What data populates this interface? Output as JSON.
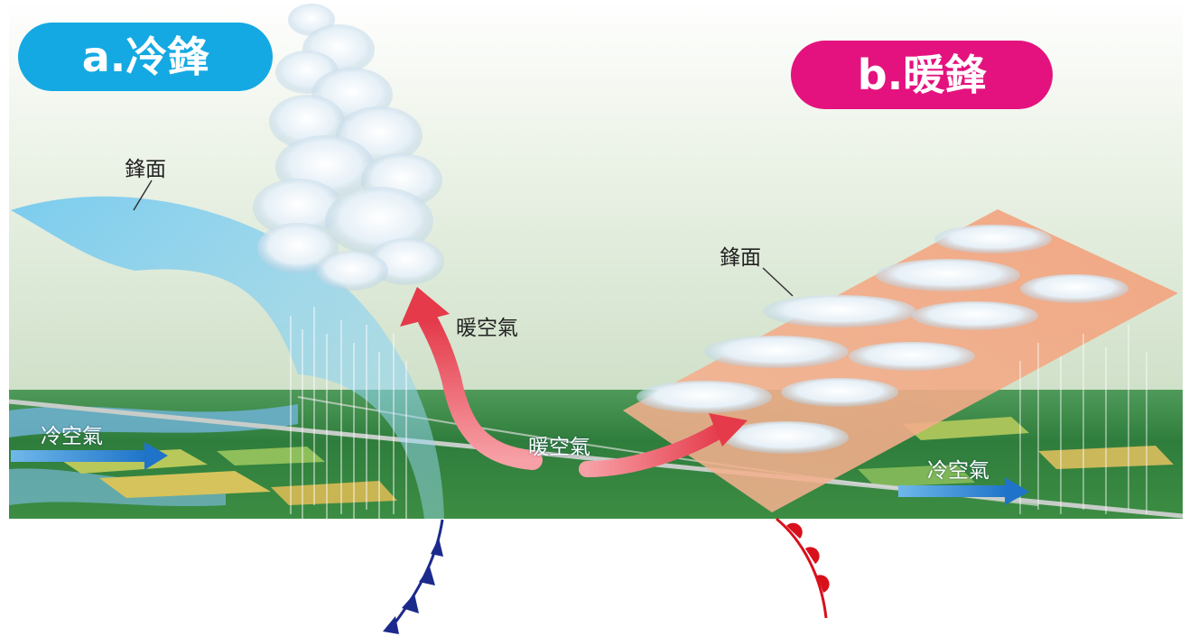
{
  "cold_front": {
    "title": "a.冷鋒",
    "front_surface_label": "鋒面",
    "warm_air_label": "暖空氣",
    "cold_air_label": "冷空氣"
  },
  "warm_front": {
    "title": "b.暖鋒",
    "front_surface_label": "鋒面",
    "warm_air_label": "暖空氣",
    "cold_air_label": "冷空氣"
  },
  "colors": {
    "cold_badge": "#14a9e3",
    "warm_badge": "#e4127e",
    "cold_front_symbol": "#1b2a8c",
    "warm_front_symbol": "#d8101c",
    "warm_air_arrow": "#e8384a",
    "cold_air_arrow": "#2a7fd0"
  }
}
